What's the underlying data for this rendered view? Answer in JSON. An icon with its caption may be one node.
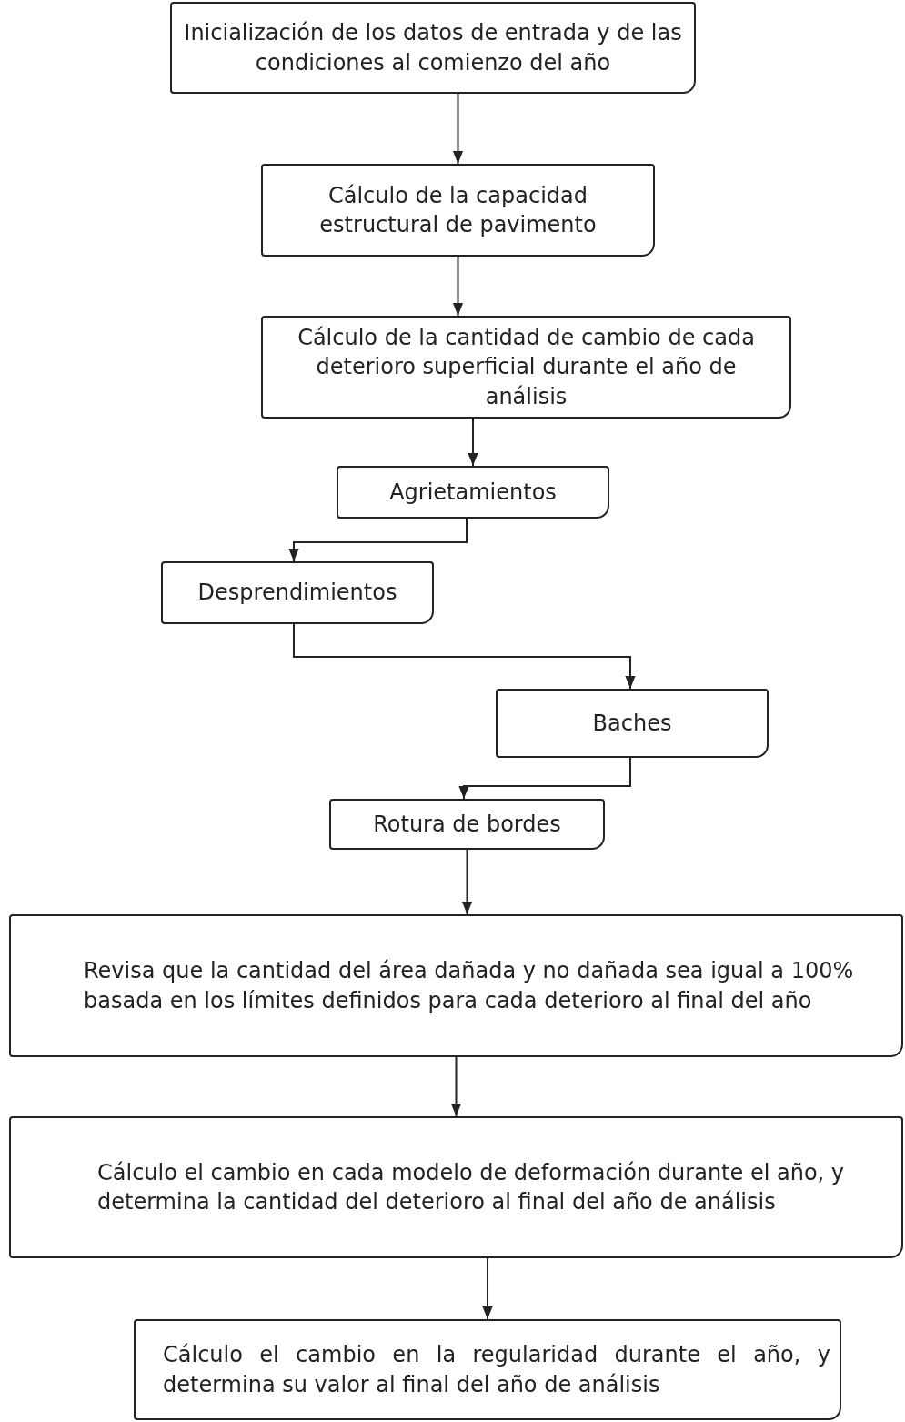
{
  "diagram": {
    "nodes": [
      {
        "text": [
          "Inicialización de los datos de entrada y de las condiciones al comienzo del año"
        ]
      },
      {
        "text": [
          "Cálculo de la capacidad estructural de pavimento"
        ]
      },
      {
        "text": [
          "Cálculo de la cantidad de cambio de cada deterioro superficial durante el año de análisis"
        ]
      },
      {
        "text": [
          "Agrietamientos"
        ]
      },
      {
        "text": [
          "Desprendimientos"
        ]
      },
      {
        "text": [
          "Baches"
        ]
      },
      {
        "text": [
          "Rotura de bordes"
        ]
      },
      {
        "text": [
          "Revisa que la cantidad del área dañada y no dañada sea igual a 100% basada en los límites definidos para cada deterioro al final del año"
        ]
      },
      {
        "text": [
          "Cálculo el cambio en cada modelo de deformación durante el año, y determina la cantidad del deterioro al final del año de análisis"
        ]
      },
      {
        "text": [
          "Cálculo el cambio en la regularidad durante el año, y determina su valor al final del año de análisis"
        ]
      }
    ],
    "edges": [
      {
        "from": 0,
        "to": 1,
        "arrow": "to"
      },
      {
        "from": 1,
        "to": 2,
        "arrow": "to"
      },
      {
        "from": 2,
        "to": 3,
        "arrow": "to"
      },
      {
        "from": 3,
        "to": 4,
        "arrow": "to"
      },
      {
        "from": 4,
        "to": 5,
        "arrow": "to"
      },
      {
        "from": 5,
        "to": 6,
        "arrow": "to"
      },
      {
        "from": 6,
        "to": 7,
        "arrow": "to"
      },
      {
        "from": 7,
        "to": 8,
        "arrow": "to"
      },
      {
        "from": 8,
        "to": 9,
        "arrow": "to"
      }
    ]
  }
}
